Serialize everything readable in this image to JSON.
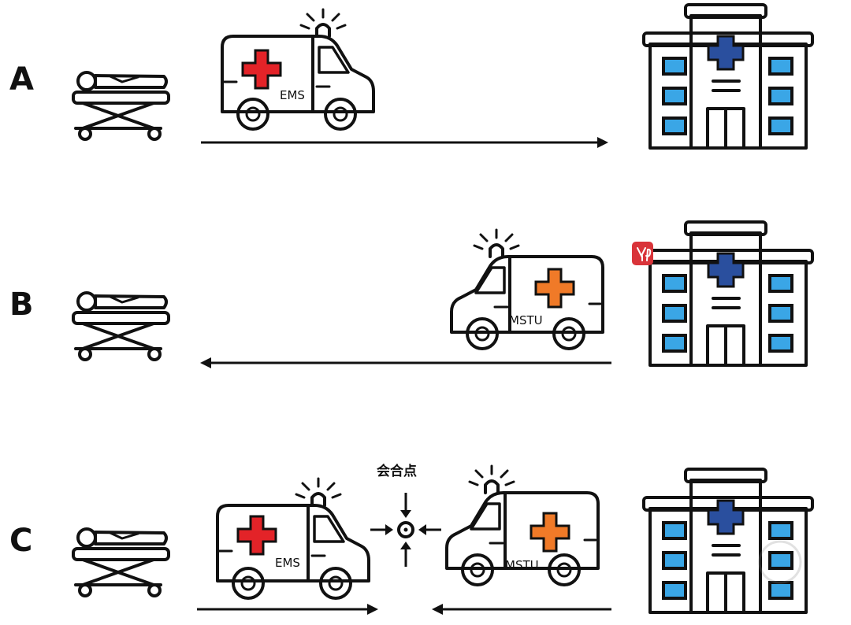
{
  "rows": [
    {
      "letter": "A"
    },
    {
      "letter": "B"
    },
    {
      "letter": "C"
    }
  ],
  "vehicles": {
    "ems_label": "EMS",
    "mstu_label": "MSTU"
  },
  "meeting_point": {
    "label": "会合点"
  },
  "colors": {
    "ems_cross": "#e32328",
    "mstu_cross": "#f07a28",
    "hospital_cross": "#2a4f9e",
    "hospital_window": "#3aa6e6",
    "stroke": "#111111"
  },
  "icons": [
    "stretcher-patient-icon",
    "ambulance-icon",
    "hospital-icon",
    "siren-icon",
    "convergence-target-icon"
  ]
}
